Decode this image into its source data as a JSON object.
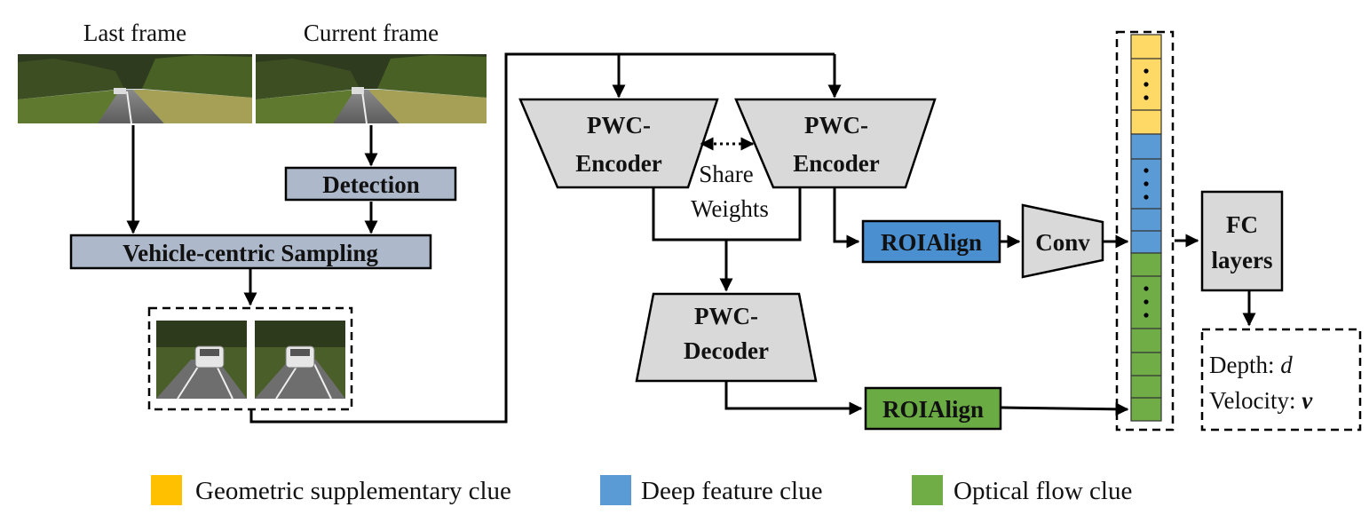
{
  "frames": {
    "last_label": "Last frame",
    "current_label": "Current frame"
  },
  "blocks": {
    "detection": "Detection",
    "sampling": "Vehicle-centric Sampling",
    "encoder_line1": "PWC-",
    "encoder_line2": "Encoder",
    "decoder_line1": "PWC-",
    "decoder_line2": "Decoder",
    "share_line1": "Share",
    "share_line2": "Weights",
    "roialign": "ROIAlign",
    "conv": "Conv",
    "fc_line1": "FC",
    "fc_line2": "layers"
  },
  "output": {
    "depth_label": "Depth: ",
    "depth_symbol": "d",
    "velocity_label": "Velocity: ",
    "velocity_symbol": "v"
  },
  "legend": [
    {
      "label": "Geometric supplementary clue",
      "color": "#FFC000"
    },
    {
      "label": "Deep feature clue",
      "color": "#5B9BD5"
    },
    {
      "label": "Optical flow clue",
      "color": "#70AD47"
    }
  ],
  "colors": {
    "block_blue_gray": "#ADB9CA",
    "block_gray": "#D9D9D9",
    "roi_blue": "#4A8FD0",
    "roi_green": "#6AAB44",
    "feat_yellow": "#FFD966",
    "feat_blue": "#5B9BD5",
    "feat_green": "#70AD47"
  }
}
